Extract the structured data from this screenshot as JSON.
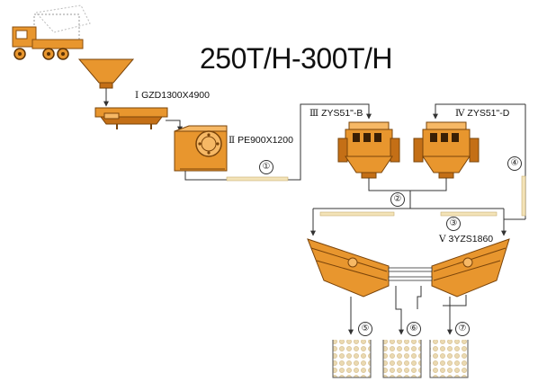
{
  "title": "250T/H-300T/H",
  "equipment": {
    "feeder": {
      "numeral": "Ⅰ",
      "model": "GZD1300X4900"
    },
    "jaw_crusher": {
      "numeral": "Ⅱ",
      "model": "PE900X1200"
    },
    "cone_crusher_b": {
      "numeral": "Ⅲ",
      "model": "ZYS51\"-B"
    },
    "cone_crusher_d": {
      "numeral": "Ⅳ",
      "model": "ZYS51\"-D"
    },
    "vibrating_screen": {
      "numeral": "Ⅴ",
      "model": "3YZS1860"
    }
  },
  "conveyors": [
    "①",
    "②",
    "③",
    "④",
    "⑤",
    "⑥",
    "⑦"
  ],
  "colors": {
    "machine": "#e8962e",
    "machine_dark": "#c46f16",
    "machine_light": "#f6b865",
    "line": "#333333",
    "belt": "#f3e3b8",
    "product_dots": "#e8d8b0"
  },
  "icons": [
    "truck-icon",
    "hopper-icon",
    "feeder-icon",
    "jaw-crusher-icon",
    "cone-crusher-icon",
    "vibrating-screen-icon",
    "stockpile-icon"
  ]
}
